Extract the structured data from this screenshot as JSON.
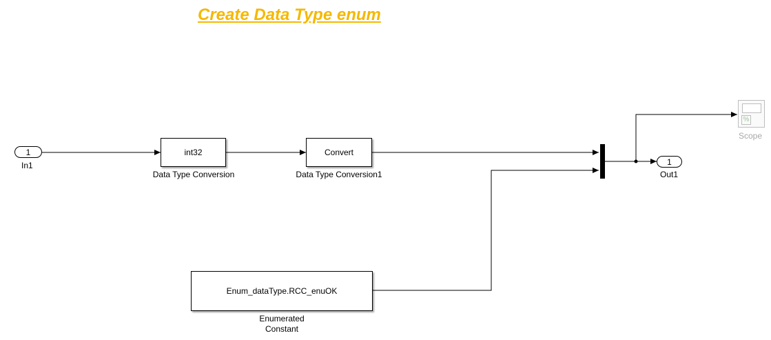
{
  "title": "Create Data Type enum",
  "inport": {
    "number": "1",
    "name": "In1"
  },
  "conv1": {
    "text": "int32",
    "name": "Data Type Conversion"
  },
  "conv2": {
    "text": "Convert",
    "name": "Data Type Conversion1"
  },
  "enum_const": {
    "text": "Enum_dataType.RCC_enuOK",
    "name_line1": "Enumerated",
    "name_line2": "Constant"
  },
  "outport": {
    "number": "1",
    "name": "Out1"
  },
  "scope": {
    "name": "Scope",
    "glyph": "%"
  },
  "colors": {
    "title": "#f5b800",
    "line": "#000000",
    "scope_disabled": "#a8a8a8"
  }
}
